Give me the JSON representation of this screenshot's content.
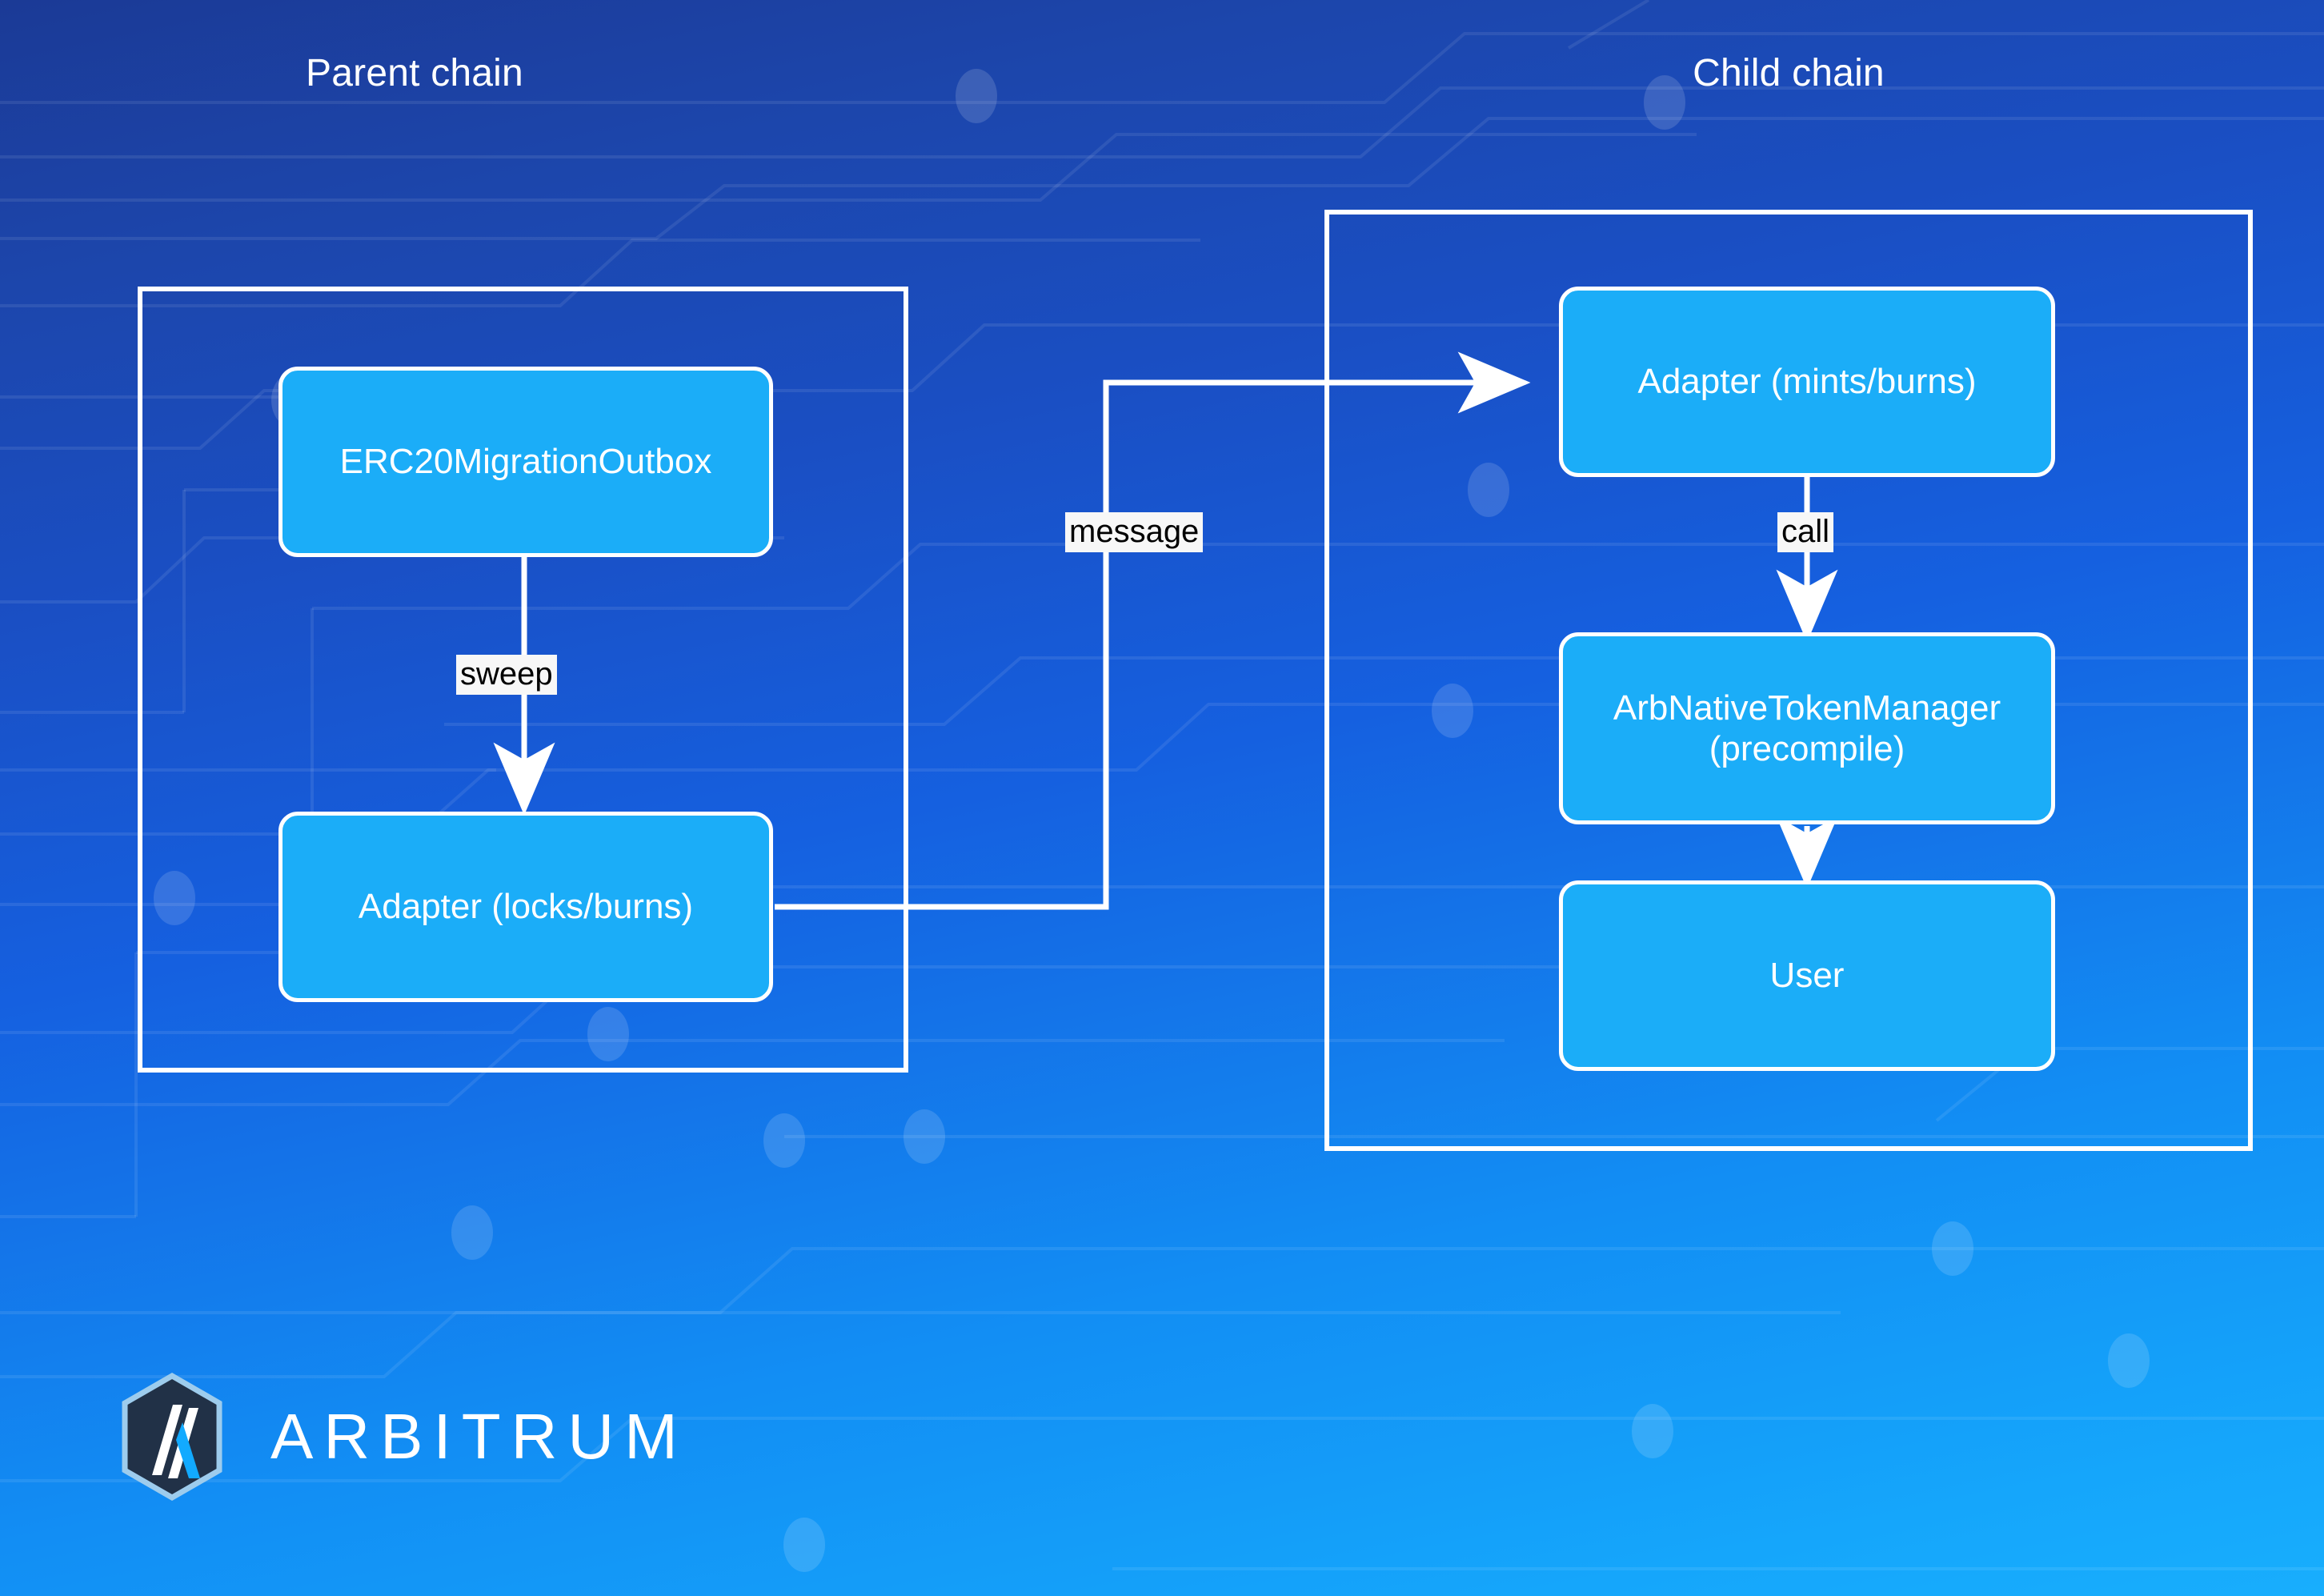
{
  "background": {
    "gradient_top": "#1b3a96",
    "gradient_bottom": "#18aefd",
    "pattern": "circuit-board-traces"
  },
  "colors": {
    "node_fill": "#1BADF8",
    "node_border": "#FFFFFF",
    "lane_border": "#FFFFFF",
    "edge_stroke": "#FFFFFF",
    "edge_label_bg": "#F7F7F7",
    "edge_label_text": "#000000",
    "title_text": "#FFFFFF",
    "logo_hex_fill": "#213147",
    "logo_hex_stroke": "#9DCCED",
    "logo_accent": "#12AAFF"
  },
  "lanes": [
    {
      "id": "parent",
      "title": "Parent chain"
    },
    {
      "id": "child",
      "title": "Child chain"
    }
  ],
  "nodes": [
    {
      "id": "erc20-migration-outbox",
      "label": "ERC20MigrationOutbox",
      "lane": "parent"
    },
    {
      "id": "adapter-locks-burns",
      "label": "Adapter (locks/burns)",
      "lane": "parent"
    },
    {
      "id": "adapter-mints-burns",
      "label": "Adapter (mints/burns)",
      "lane": "child"
    },
    {
      "id": "arb-native-token-manager",
      "label": "ArbNativeTokenManager",
      "label2": "(precompile)",
      "lane": "child"
    },
    {
      "id": "user",
      "label": "User",
      "lane": "child"
    }
  ],
  "edges": [
    {
      "id": "sweep",
      "from": "erc20-migration-outbox",
      "to": "adapter-locks-burns",
      "label": "sweep"
    },
    {
      "id": "message",
      "from": "adapter-locks-burns",
      "to": "adapter-mints-burns",
      "label": "message"
    },
    {
      "id": "call",
      "from": "adapter-mints-burns",
      "to": "arb-native-token-manager",
      "label": "call"
    },
    {
      "id": "mint-to-user",
      "from": "arb-native-token-manager",
      "to": "user",
      "label": ""
    }
  ],
  "logo": {
    "wordmark": "ARBITRUM",
    "mark": "arbitrum-hexagon-logo"
  }
}
